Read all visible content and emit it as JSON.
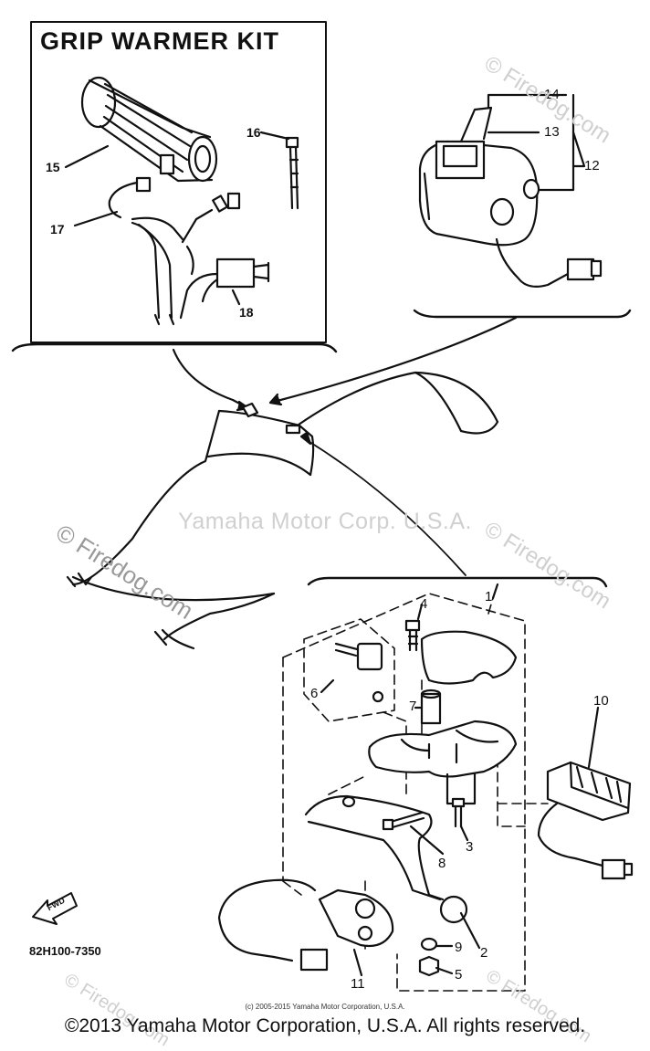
{
  "kit": {
    "title": "GRIP WARMER KIT"
  },
  "callouts": {
    "c1": "1",
    "c2": "2",
    "c3": "3",
    "c4": "4",
    "c5": "5",
    "c6": "6",
    "c7": "7",
    "c8": "8",
    "c9": "9",
    "c10": "10",
    "c11": "11",
    "c12": "12",
    "c13": "13",
    "c14": "14",
    "c15": "15",
    "c16": "16",
    "c17": "17",
    "c18": "18"
  },
  "watermarks": {
    "center": "Yamaha Motor Corp. U.S.A.",
    "firedog": "© Firedog.com"
  },
  "part_code": "82H100-7350",
  "fwd_label": "FWD",
  "small_copyright": "(c) 2005-2015 Yamaha Motor Corporation, U.S.A.",
  "footer": "©2013 Yamaha Motor Corporation, U.S.A. All rights reserved."
}
